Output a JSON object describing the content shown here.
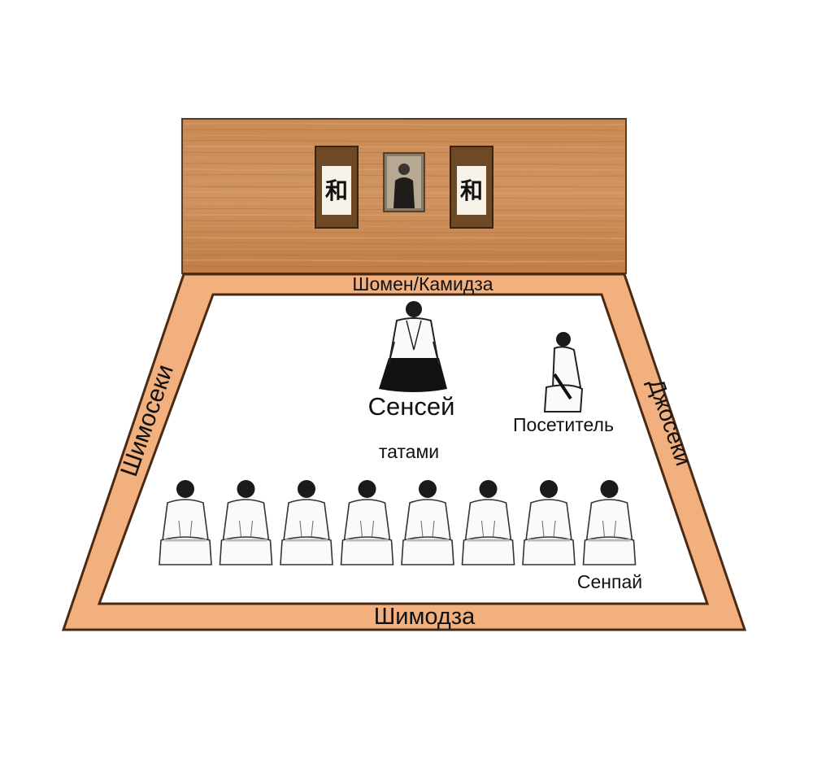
{
  "labels": {
    "shomen": "Шомен/Камидза",
    "shimoseki": "Шимосеки",
    "joseki": "Джосеки",
    "shimoza": "Шимодза",
    "sensei": "Сенсей",
    "visitor": "Посетитель",
    "tatami": "татами",
    "senpai": "Сенпай"
  },
  "wall": {
    "scrolls": [
      {
        "glyph": "和"
      },
      {
        "glyph": "和"
      }
    ],
    "portrait": "portrait-of-founder"
  },
  "students_count": 8,
  "colors": {
    "wood": "#c8864e",
    "wood_grain": "#a8643a",
    "border": "#f2b07e",
    "border_stroke": "#4a2a14",
    "tatami": "#ffffff",
    "hakama": "#111111"
  }
}
